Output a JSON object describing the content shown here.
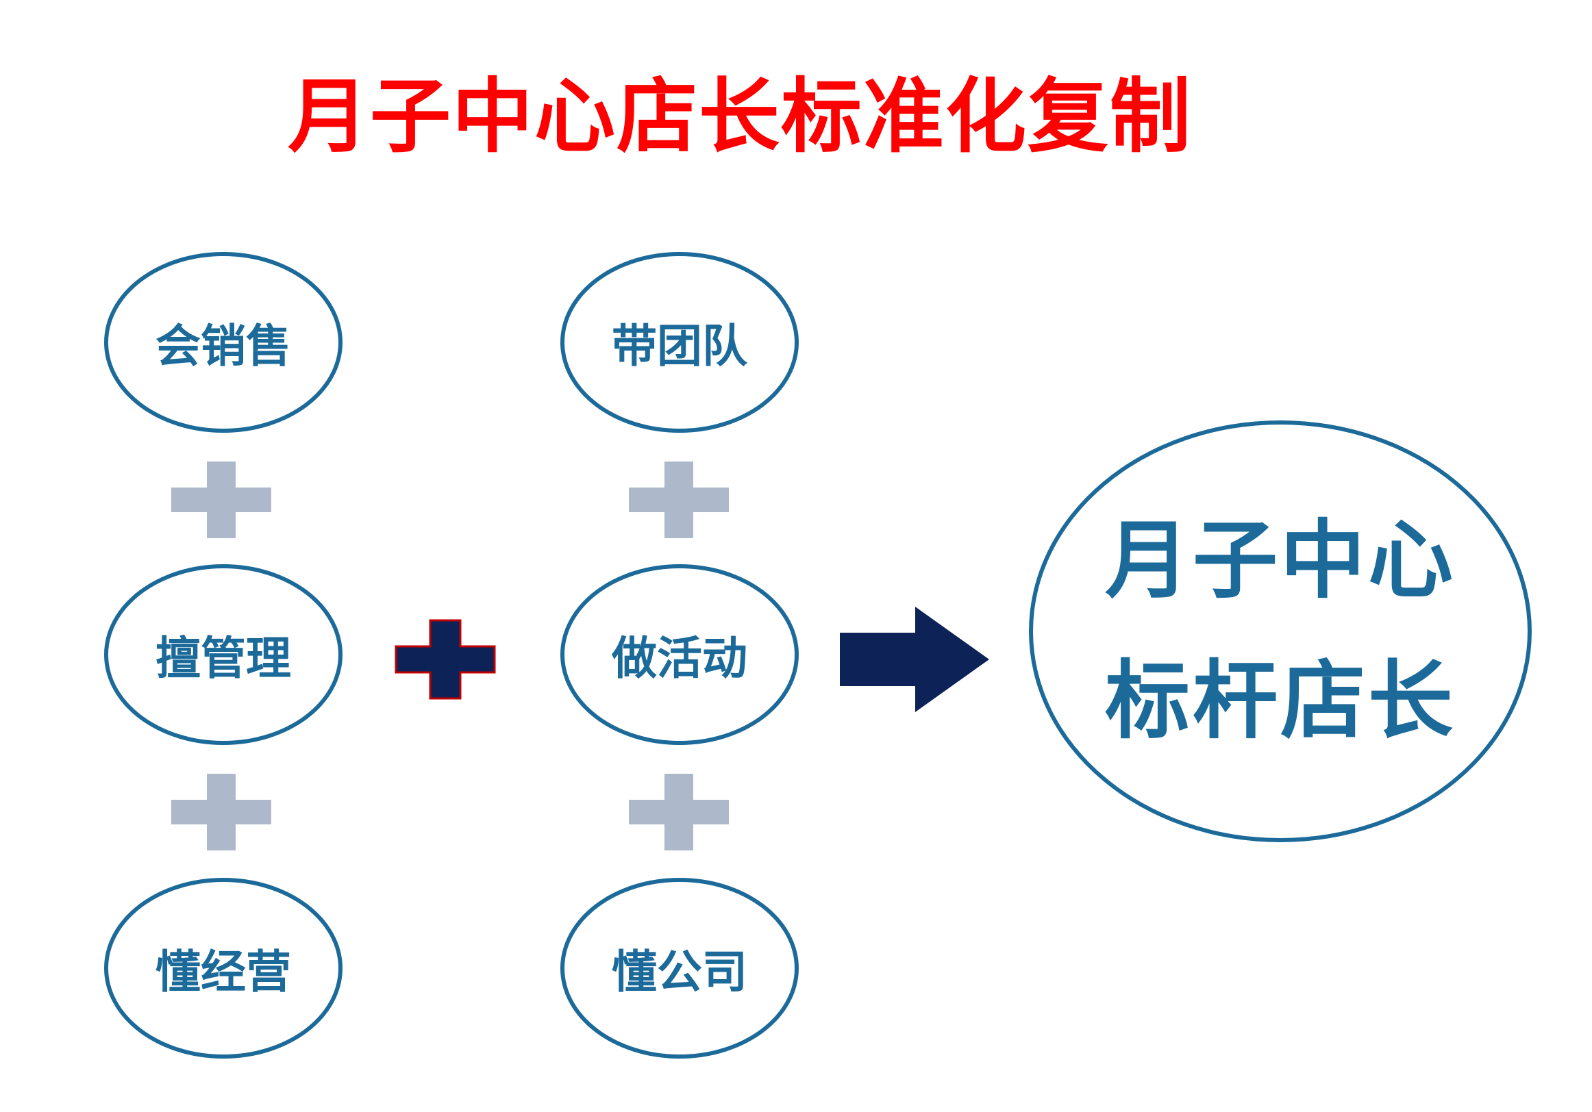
{
  "title": "月子中心店长标准化复制",
  "colors": {
    "title": "#ff0000",
    "node_text": "#1c6a99",
    "node_border": "#1c6a99",
    "plus_light": "#adb9ca",
    "plus_dark": "#0d2358",
    "plus_dark_border": "#c00000",
    "arrow": "#0d2358"
  },
  "left_column": {
    "nodes": [
      "会销售",
      "擅管理",
      "懂经营"
    ]
  },
  "right_column": {
    "nodes": [
      "带团队",
      "做活动",
      "懂公司"
    ]
  },
  "result": {
    "line1": "月子中心",
    "line2": "标杆店长"
  },
  "icons": {
    "plus_small": "plus-icon",
    "plus_main": "plus-icon",
    "arrow": "arrow-right-icon"
  }
}
